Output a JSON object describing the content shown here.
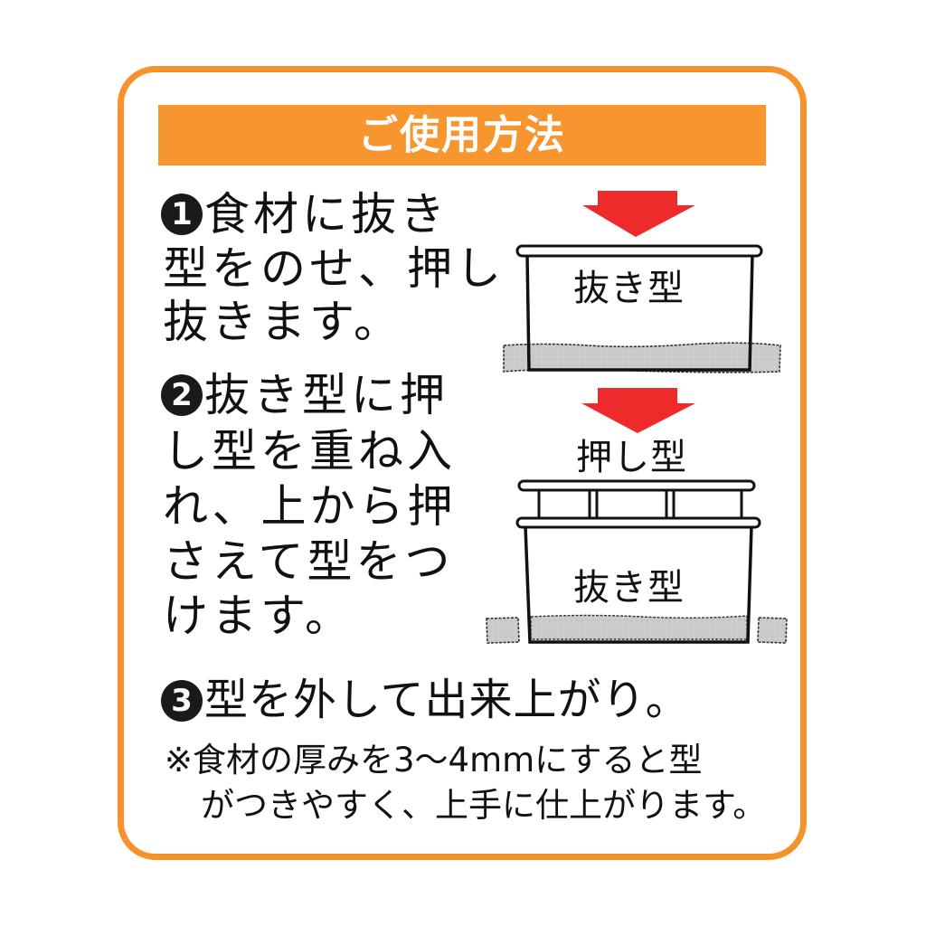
{
  "header": {
    "title": "ご使用方法"
  },
  "steps": [
    {
      "number": "1",
      "lines": [
        "食材に抜き",
        "型をのせ、押し",
        "抜きます。"
      ]
    },
    {
      "number": "2",
      "lines": [
        "抜き型に押",
        "し型を重ね入",
        "れ、上から押",
        "さえて型をつ",
        "けます。"
      ]
    },
    {
      "number": "3",
      "lines": [
        "型を外して出来上がり。"
      ]
    }
  ],
  "note": {
    "lines": [
      "※食材の厚みを3～4mmにすると型",
      "がつきやすく、上手に仕上がります。"
    ]
  },
  "diagrams": {
    "diagram1": {
      "cutter_label": "抜き型",
      "arrow_icon": "down-arrow-icon"
    },
    "diagram2": {
      "press_label": "押し型",
      "cutter_label": "抜き型",
      "arrow_icon": "down-arrow-icon"
    }
  },
  "colors": {
    "frame_orange": "#F5922C",
    "header_orange": "#F7962F",
    "arrow_red": "#EE2A2A",
    "food_gray": "#C9C9C9",
    "text": "#111111"
  }
}
